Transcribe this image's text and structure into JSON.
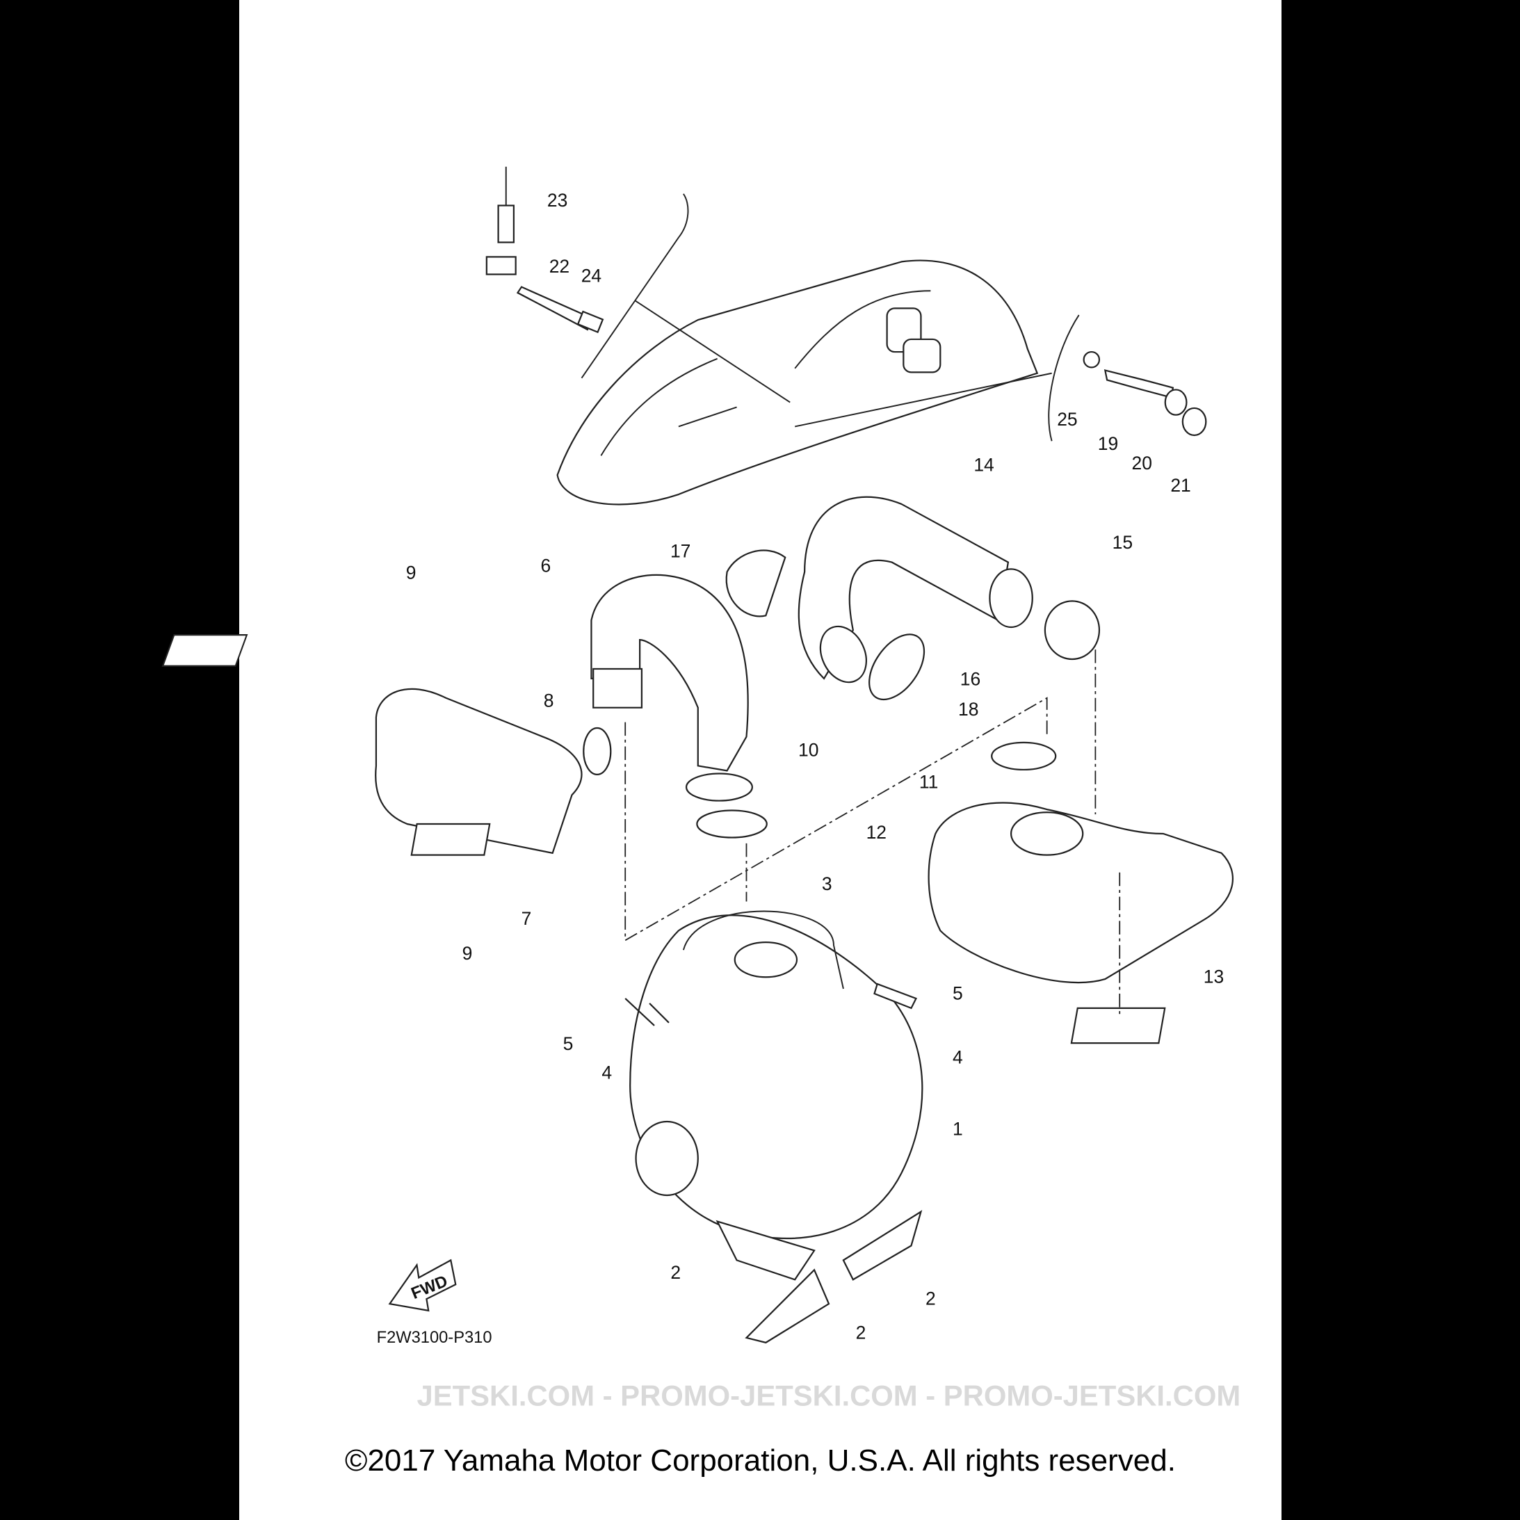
{
  "diagram_code": "F2W3100-P310",
  "fwd_label": "FWD",
  "watermark": "JETSKI.COM - PROMO-JETSKI.COM - PROMO-JETSKI.COM",
  "callouts": [
    "23",
    "22",
    "24",
    "25",
    "19",
    "20",
    "21",
    "14",
    "17",
    "15",
    "6",
    "9",
    "16",
    "18",
    "8",
    "10",
    "11",
    "12",
    "3",
    "7",
    "9",
    "13",
    "5",
    "5",
    "4",
    "4",
    "1",
    "2",
    "2",
    "2"
  ],
  "footer": "©2017 Yamaha Motor Corporation, U.S.A. All rights reserved."
}
